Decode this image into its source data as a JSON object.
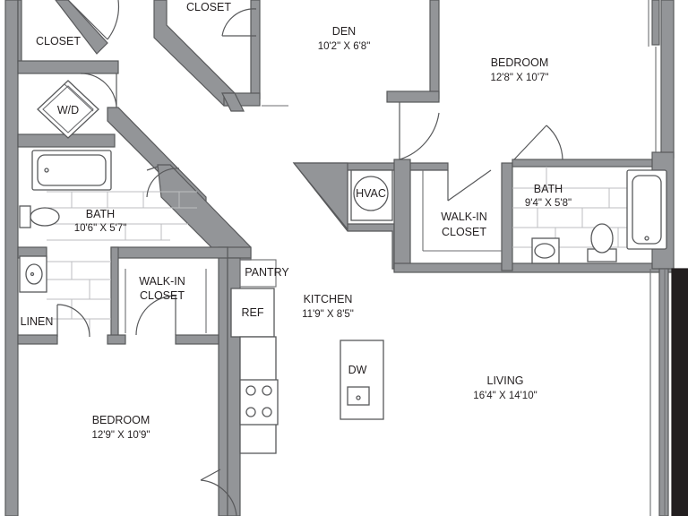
{
  "rooms": {
    "closet_top_left": "CLOSET",
    "closet_top_mid": "CLOSET",
    "den": {
      "name": "DEN",
      "size": "10'2\" X 6'8\""
    },
    "bedroom_top_right": {
      "name": "BEDROOM",
      "size": "12'8\" X 10'7\""
    },
    "washer_dryer": "W/D",
    "hvac": "HVAC",
    "bath_right": {
      "name": "BATH",
      "size": "9'4\" X 5'8\""
    },
    "walkin_right": {
      "line1": "WALK-IN",
      "line2": "CLOSET"
    },
    "bath_left": {
      "name": "BATH",
      "size": "10'6\" X 5'7\""
    },
    "pantry": "PANTRY",
    "ref": "REF",
    "walkin_left": {
      "line1": "WALK-IN",
      "line2": "CLOSET"
    },
    "kitchen": {
      "name": "KITCHEN",
      "size": "11'9\" X 8'5\""
    },
    "linen": "LINEN",
    "dishwasher": "DW",
    "living": {
      "name": "LIVING",
      "size": "16'4\" X 14'10\""
    },
    "bedroom_bottom_left": {
      "name": "BEDROOM",
      "size": "12'9\" X 10'9\""
    }
  }
}
